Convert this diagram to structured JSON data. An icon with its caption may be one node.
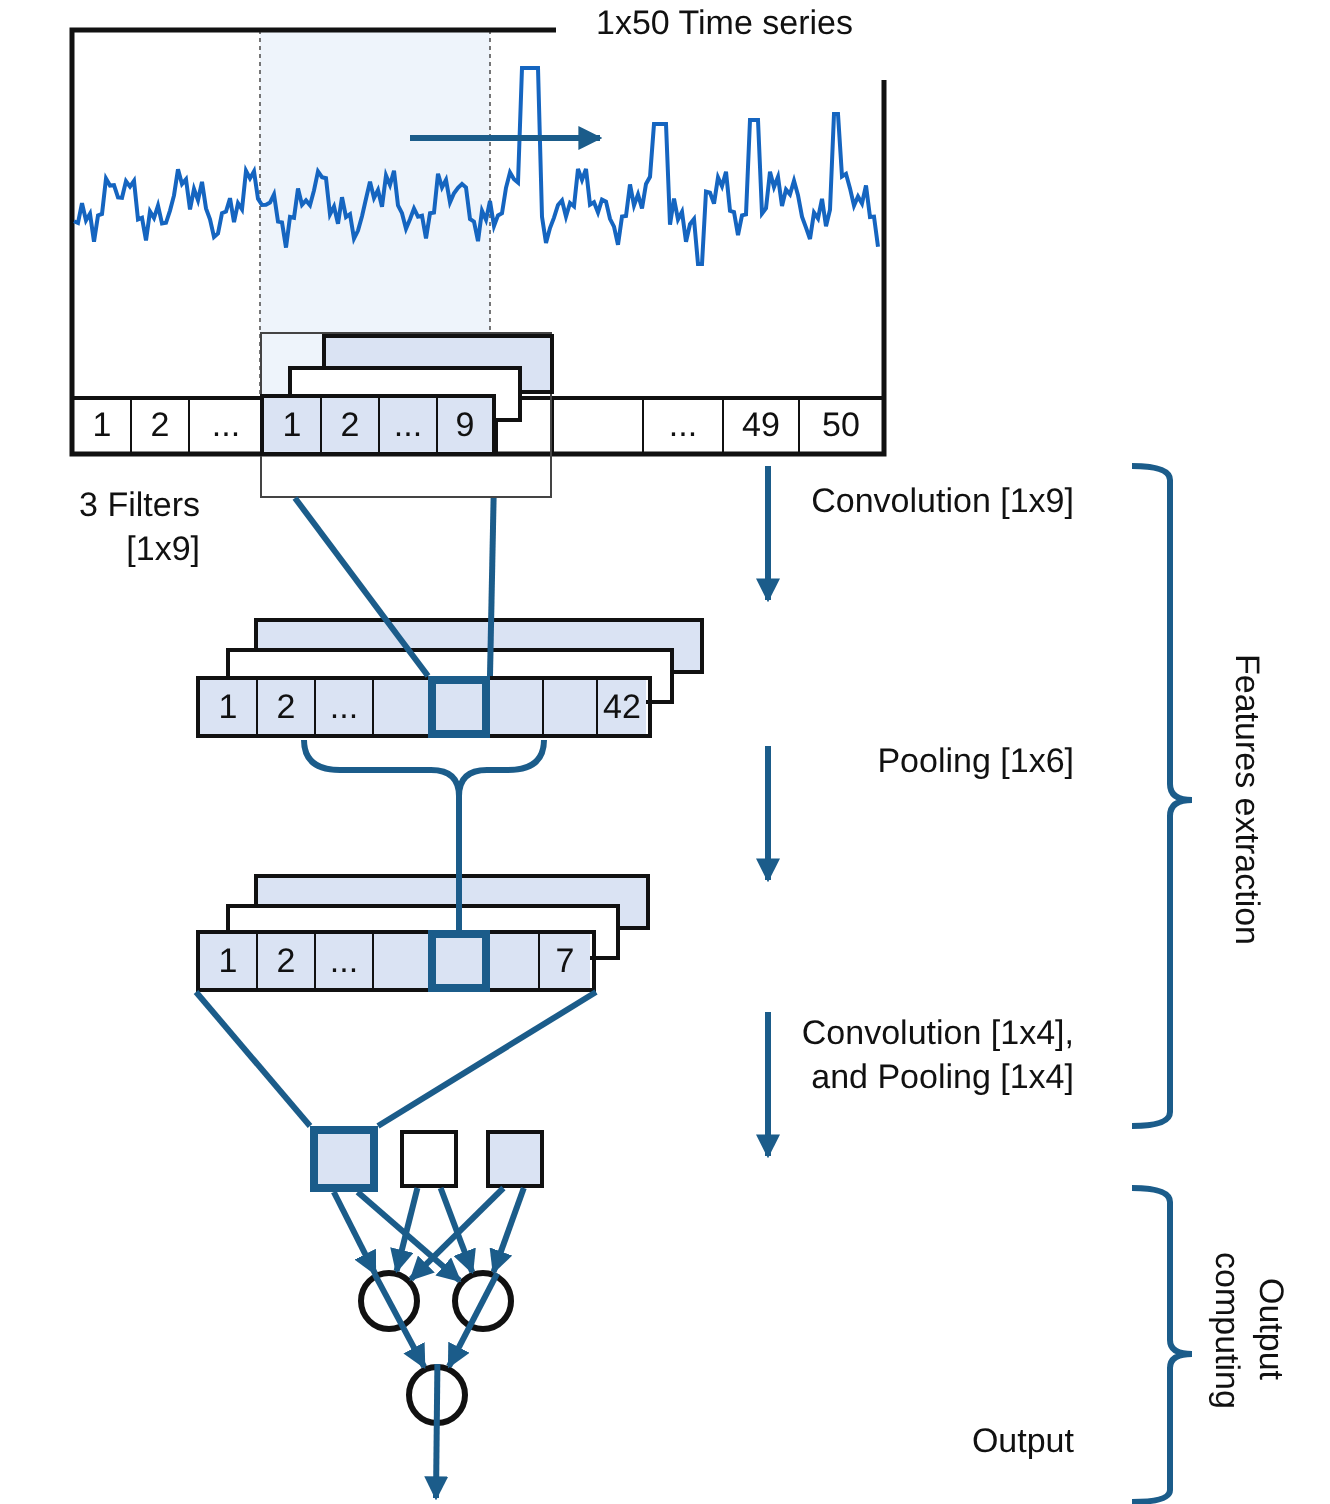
{
  "diagram": {
    "nodes": [
      {
        "text": [
          "1x50 Time series"
        ]
      },
      {
        "text": [
          "1",
          "2",
          "...",
          "...",
          "49",
          "50"
        ],
        "in": 0
      },
      {
        "text": [
          "1",
          "2",
          "...",
          "9"
        ]
      },
      {
        "text": [
          "1",
          "2",
          "...",
          "42"
        ]
      },
      {
        "text": [],
        "shape": "box",
        "in": 3
      },
      {
        "text": [
          "1",
          "2",
          "...",
          "7"
        ]
      },
      {
        "text": [],
        "shape": "box",
        "in": 5
      },
      {
        "text": [],
        "shape": "box"
      },
      {
        "text": [],
        "shape": "box"
      },
      {
        "text": [],
        "shape": "box"
      },
      {
        "text": [],
        "shape": "circle"
      },
      {
        "text": [],
        "shape": "circle"
      },
      {
        "text": [],
        "shape": "circle"
      }
    ],
    "edges": [
      {
        "from": 2,
        "to": 4,
        "arrow": "none"
      },
      {
        "from": 2,
        "to": 4,
        "arrow": "none"
      },
      {
        "from": 3,
        "to": 6,
        "arrow": "none"
      },
      {
        "from": 5,
        "to": 7,
        "arrow": "none"
      },
      {
        "from": 5,
        "to": 7,
        "arrow": "none"
      },
      {
        "from": 7,
        "to": 10,
        "arrow": "to"
      },
      {
        "from": 7,
        "to": 11,
        "arrow": "to"
      },
      {
        "from": 8,
        "to": 10,
        "arrow": "to"
      },
      {
        "from": 8,
        "to": 11,
        "arrow": "to"
      },
      {
        "from": 9,
        "to": 10,
        "arrow": "to"
      },
      {
        "from": 9,
        "to": 11,
        "arrow": "to"
      },
      {
        "from": 10,
        "to": 12,
        "arrow": "to"
      },
      {
        "from": 11,
        "to": 12,
        "arrow": "to"
      },
      {
        "from": 12,
        "to": null,
        "arrow": "to"
      }
    ],
    "labels": [
      "3 Filters [1x9]",
      "Convolution [1x9]",
      "Pooling [1x6]",
      "Convolution [1x4], and Pooling [1x4]",
      "Output",
      "Features extraction",
      "Output computing"
    ]
  }
}
